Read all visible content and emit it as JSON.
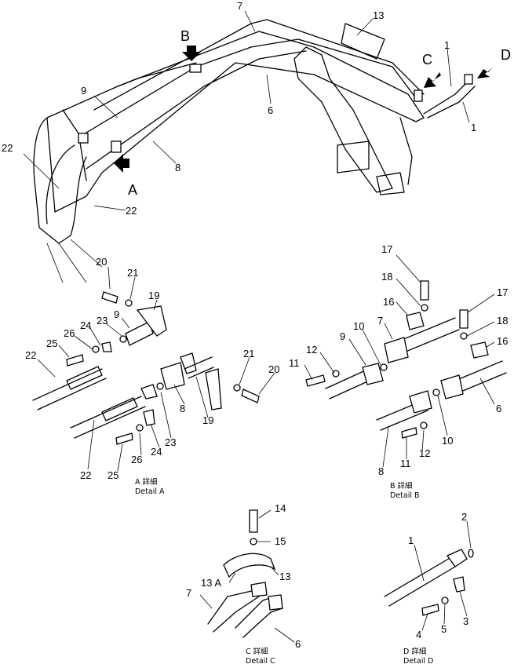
{
  "overview": {
    "callouts": [
      "7",
      "13",
      "1",
      "9",
      "6",
      "1",
      "22",
      "8",
      "22"
    ],
    "views": [
      "A",
      "B",
      "C",
      "D"
    ]
  },
  "detail_a": {
    "callouts": [
      "20",
      "21",
      "19",
      "9",
      "23",
      "24",
      "26",
      "25",
      "22",
      "21",
      "20",
      "8",
      "19",
      "23",
      "24",
      "26",
      "25",
      "22"
    ],
    "caption_jp": "A 詳細",
    "caption_en": "Detail A"
  },
  "detail_b": {
    "callouts": [
      "17",
      "18",
      "16",
      "17",
      "18",
      "16",
      "7",
      "10",
      "9",
      "12",
      "11",
      "6",
      "10",
      "12",
      "11",
      "8"
    ],
    "caption_jp": "B 詳細",
    "caption_en": "Detail B"
  },
  "detail_c": {
    "callouts": [
      "14",
      "15",
      "13",
      "13 A",
      "7",
      "6"
    ],
    "caption_jp": "C 詳細",
    "caption_en": "Detail C"
  },
  "detail_d": {
    "callouts": [
      "2",
      "1",
      "3",
      "4",
      "5"
    ],
    "caption_jp": "D 詳細",
    "caption_en": "Detail D"
  }
}
